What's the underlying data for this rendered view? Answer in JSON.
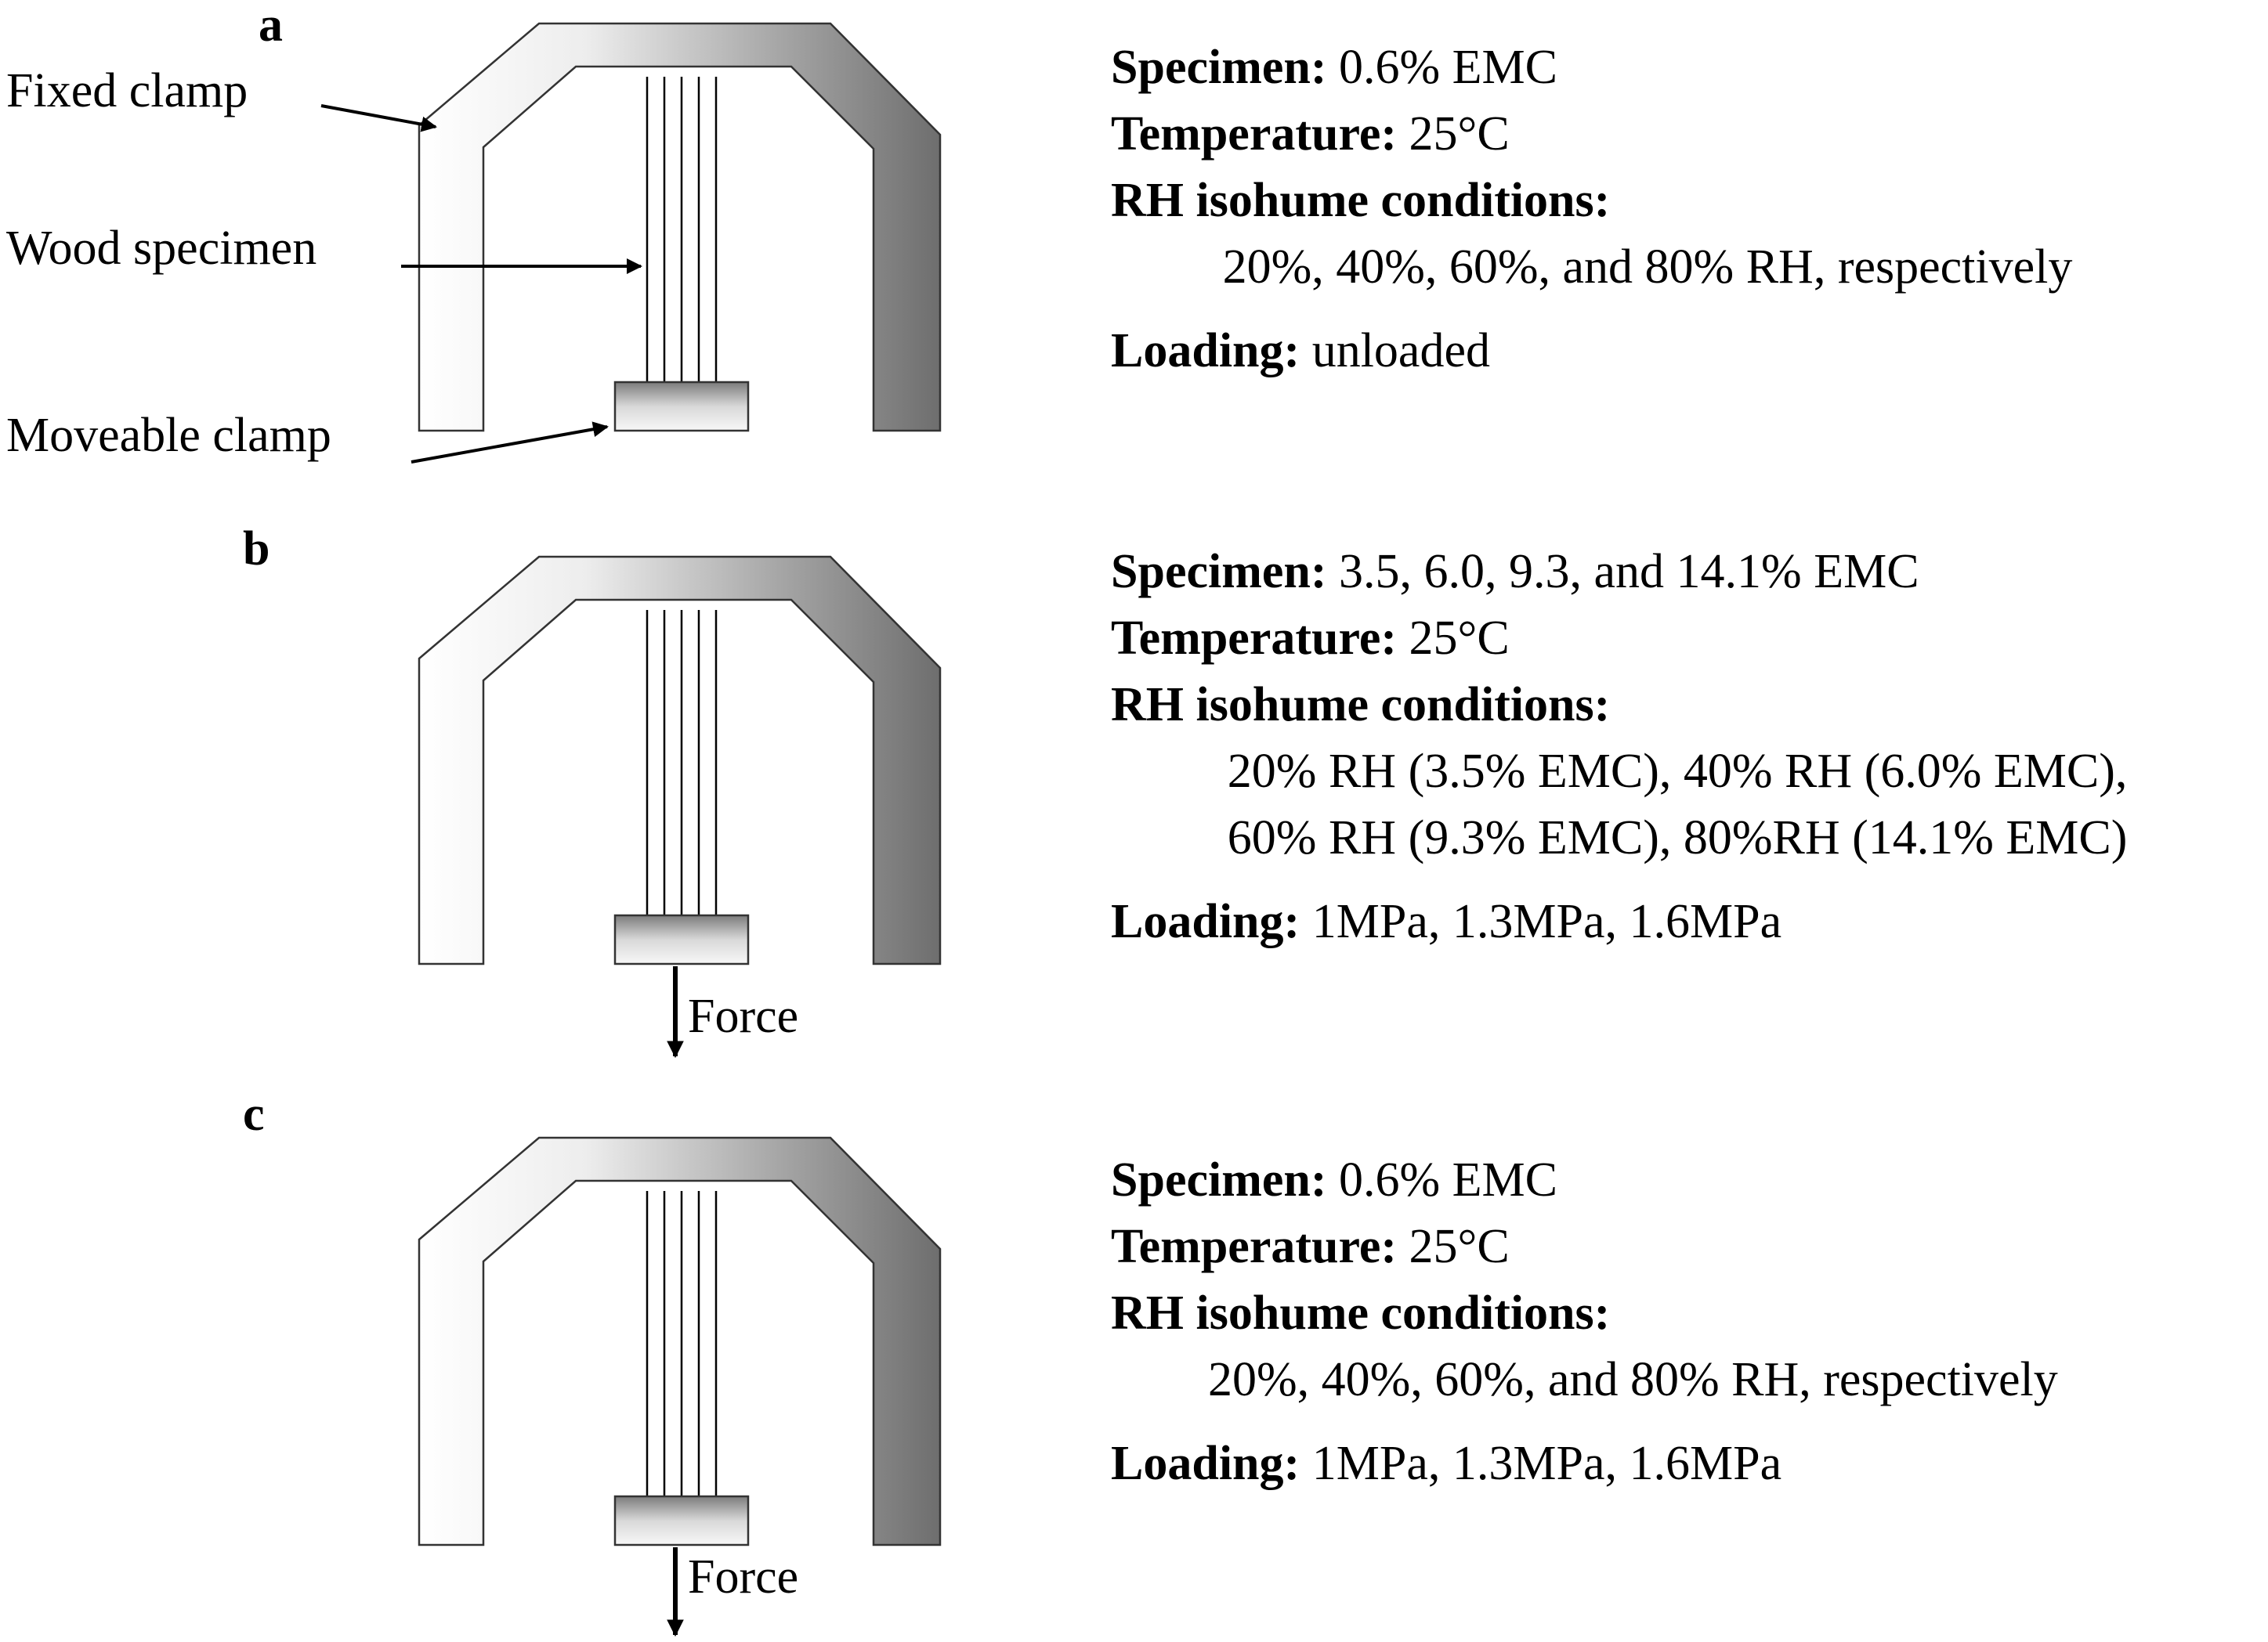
{
  "callouts": {
    "fixed_clamp": "Fixed clamp",
    "wood_specimen": "Wood specimen",
    "moveable_clamp": "Moveable clamp"
  },
  "force_label": "Force",
  "panels": [
    {
      "label": "a",
      "loaded": false,
      "specimen_key": "Specimen:",
      "specimen_value": "0.6%  EMC",
      "temperature_key": "Temperature:",
      "temperature_value": "25°C",
      "rh_key": "RH isohume conditions:",
      "rh_lines": [
        "20%, 40%, 60%, and 80% RH, respectively"
      ],
      "loading_key": "Loading:",
      "loading_value": "unloaded"
    },
    {
      "label": "b",
      "loaded": true,
      "specimen_key": "Specimen:",
      "specimen_value": "3.5, 6.0, 9.3, and 14.1%  EMC",
      "temperature_key": "Temperature:",
      "temperature_value": "25°C",
      "rh_key": "RH isohume conditions:",
      "rh_lines": [
        "20% RH (3.5% EMC), 40% RH (6.0% EMC),",
        "60% RH (9.3% EMC), 80%RH (14.1% EMC)"
      ],
      "loading_key": "Loading:",
      "loading_value": "1MPa, 1.3MPa, 1.6MPa"
    },
    {
      "label": "c",
      "loaded": true,
      "specimen_key": "Specimen:",
      "specimen_value": "0.6%  EMC",
      "temperature_key": "Temperature:",
      "temperature_value": "25°C",
      "rh_key": "RH isohume conditions:",
      "rh_lines": [
        "20%, 40%, 60%, and 80% RH, respectively"
      ],
      "loading_key": "Loading:",
      "loading_value": "1MPa, 1.3MPa, 1.6MPa"
    }
  ],
  "colors": {
    "clamp_light": "#ffffff",
    "clamp_dark": "#6e6e6e",
    "outline": "#333333"
  }
}
